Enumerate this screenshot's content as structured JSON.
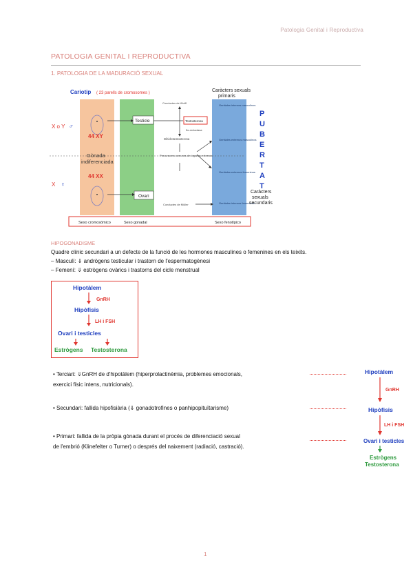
{
  "header": {
    "running_title": "Patologia Genital i Reproductiva"
  },
  "title": "PATOLOGIA GENITAL I REPRODUCTIVA",
  "section1": {
    "heading": "1. PATOLOGIA DE LA MADURACIÓ SEXUAL"
  },
  "karyotype_diagram": {
    "title": "Cariotip",
    "subtitle": "( 23 parells de cromosomes )",
    "male_label": "X o Y",
    "male_karyotype": "44 XY",
    "female_label": "X",
    "female_karyotype": "44 XX",
    "gonad_label_1": "Gònada",
    "gonad_label_2": "indiferenciada",
    "testis": "Testicle",
    "ovary": "Ovari",
    "testosterone": "Testosterona",
    "wolff": "Conductes de Wolff",
    "dht": "Dihidrotestosterona",
    "mullerian": "Conductes de Müller",
    "reductase": "5α-reductasa",
    "external_precursors": "Precursores comunes de órganos externos",
    "primary_title_1": "Caràcters sexuals",
    "primary_title_2": "primaris",
    "secondary_title_1": "Caràcters",
    "secondary_title_2": "sexuals",
    "secondary_title_3": "secundaris",
    "male_internal": "Genitales internos masculinos",
    "male_external": "Genitales externos masculinos",
    "female_external": "Genitales externos femeninos",
    "female_internal": "Genitales internos femeninos",
    "puberty_letters": [
      "P",
      "U",
      "B",
      "E",
      "R",
      "T",
      "A",
      "T"
    ],
    "footer_labels": [
      "Sexo cromosómico",
      "Sexo gonadal",
      "Sexo fenotípico"
    ],
    "colors": {
      "chromosomal": "#f6c59e",
      "gonadal": "#8ccf86",
      "phenotypic": "#7aa9dc",
      "accent": "#e0352e",
      "puberty": "#1f3fbf"
    }
  },
  "hypogonadism": {
    "heading": "HIPOGONADISME",
    "lines": [
      "Quadre clínic secundari a un defecte de la funció de les hormones masculines o femenines en els teixits.",
      "– Masculí: ⇓ andrògens testicular i trastorn de l'espermatogènesi",
      "– Femení: ⇓ estrògens ovàrics i trastorns del cicle menstrual"
    ]
  },
  "axis_box": {
    "hypothalamus": "Hipotàlem",
    "gnrh": "GnRH",
    "pituitary": "Hipòfisis",
    "lh_fsh": "LH i FSH",
    "gonads": "Ovari i testicles",
    "estrogens": "Estrògens",
    "testosterone": "Testosterona"
  },
  "causes": [
    {
      "lines": [
        "• Terciari: ⇓GnRH de d'hipotàlem (hiperprolactinèmia, problemes emocionals,",
        "exercici físic intens, nutricionals)."
      ]
    },
    {
      "lines": [
        "• Secundari: fallida hipofisiària (⇓ gonadotrofines o panhipopituïtarisme)"
      ]
    },
    {
      "lines": [
        "• Primari: fallida de la pròpia gònada durant el procés de diferenciació sexual",
        "de l'embrió (Klinefelter o Turner) o després del naixement (radiació, castració)."
      ]
    }
  ],
  "axis_right": {
    "hypothalamus": "Hipotàlem",
    "gnrh": "GnRH",
    "pituitary": "Hipòfisis",
    "lh_fsh": "LH i FSH",
    "gonads": "Ovari i testicles",
    "estrogens": "Estrògens",
    "testosterone": "Testosterona"
  },
  "page_number": "1"
}
